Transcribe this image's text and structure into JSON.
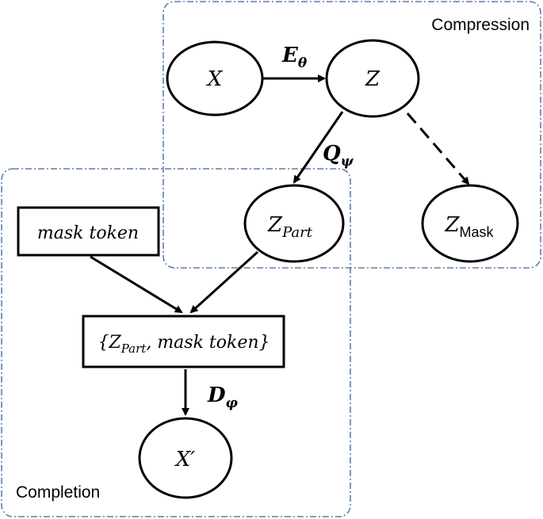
{
  "regions": {
    "compression": {
      "label": "Compression"
    },
    "completion": {
      "label": "Completion"
    }
  },
  "nodes": {
    "x": {
      "label": "X"
    },
    "z": {
      "label": "Z"
    },
    "z_part": {
      "label": "Z",
      "sub": "Part"
    },
    "z_mask": {
      "label": "Z",
      "sub": "Mask"
    },
    "mask_token": {
      "label": "mask token"
    },
    "combined": {
      "open": "{Z",
      "sub": "Part",
      "rest": ", mask token}"
    },
    "x_prime": {
      "label": "X′"
    }
  },
  "edges": {
    "encoder": {
      "label": "E",
      "sub": "θ"
    },
    "quantizer": {
      "label": "Q",
      "sub": "ψ"
    },
    "decoder": {
      "label": "D",
      "sub": "φ"
    }
  },
  "colors": {
    "region_border": "#5b7fa6",
    "stroke": "#000000"
  }
}
